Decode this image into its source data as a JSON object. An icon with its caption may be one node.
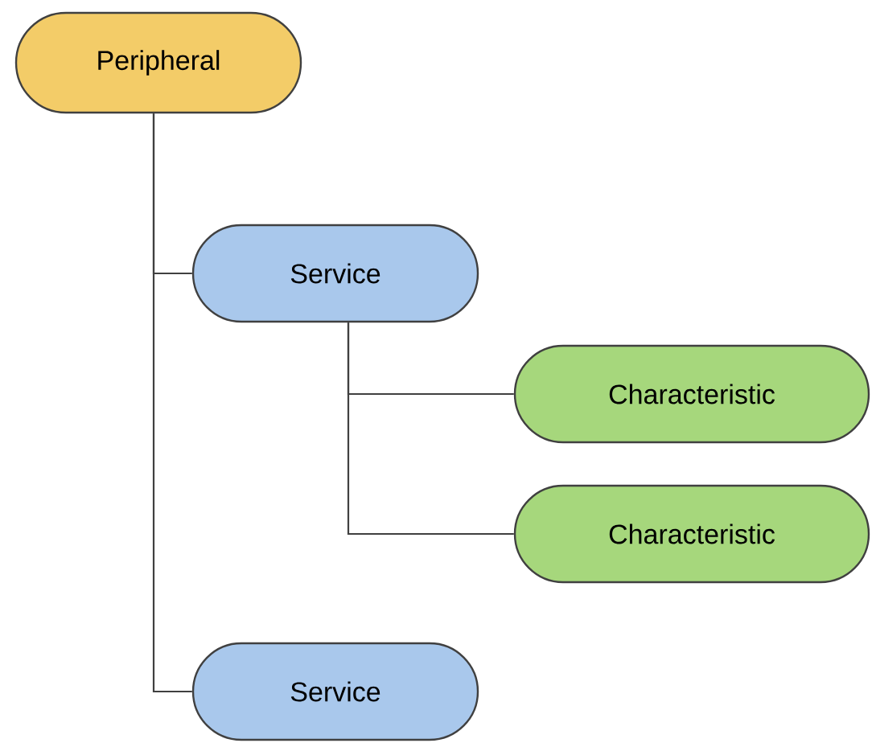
{
  "diagram": {
    "nodes": [
      {
        "text": [
          "Peripheral"
        ]
      },
      {
        "text": [
          "Service"
        ]
      },
      {
        "text": [
          "Characteristic"
        ]
      },
      {
        "text": [
          "Characteristic"
        ]
      },
      {
        "text": [
          "Service"
        ]
      }
    ],
    "edges": [
      {
        "from": 0,
        "to": 1,
        "arrow": "none"
      },
      {
        "from": 0,
        "to": 4,
        "arrow": "none"
      },
      {
        "from": 1,
        "to": 2,
        "arrow": "none"
      },
      {
        "from": 1,
        "to": 3,
        "arrow": "none"
      }
    ]
  }
}
